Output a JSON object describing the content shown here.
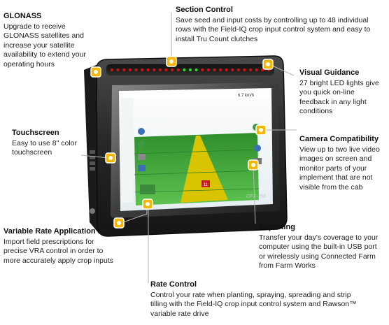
{
  "callouts": {
    "glonass": {
      "title": "GLONASS",
      "body": "Upgrade to receive GLONASS satellites and increase your satellite availability to extend your operating hours"
    },
    "section_control": {
      "title": "Section Control",
      "body": "Save seed and input costs by controlling up to 48 individual rows with the Field-IQ crop input control system and easy to install Tru Count clutches"
    },
    "visual_guidance": {
      "title": "Visual Guidance",
      "body": "27 bright LED lights give you quick on-line feedback in any light conditions"
    },
    "touchscreen": {
      "title": "Touchscreen",
      "body": "Easy to use 8\" color touchscreen"
    },
    "camera": {
      "title": "Camera Compatibility",
      "body": "View up to two live video images on screen and monitor parts of your implement that are not visible from the cab"
    },
    "vra": {
      "title": "Variable Rate Application",
      "body": "Import field prescriptions for precise VRA control in order to more accurately apply crop inputs"
    },
    "reporting": {
      "title": "Reporting",
      "body": "Transfer your day's coverage to your computer using the built-in USB port or wirelessly using Connected Farm from Farm Works"
    },
    "rate_control": {
      "title": "Rate Control",
      "body": "Control your rate when planting, spraying, spreading and strip tilling with the Field-IQ crop input control system and Rawson™ variable rate drive"
    }
  },
  "device": {
    "model_label": "CFX-750",
    "speed_readout": "6.7 km/h",
    "screen_badge": "11",
    "led_count": 27
  },
  "colors": {
    "marker": "#f5b800",
    "led_red": "#d01010",
    "led_green": "#22dd22",
    "field_green": "#3fa83a",
    "guidance_line": "#d8c400",
    "bezel": "#2b2b2b"
  }
}
